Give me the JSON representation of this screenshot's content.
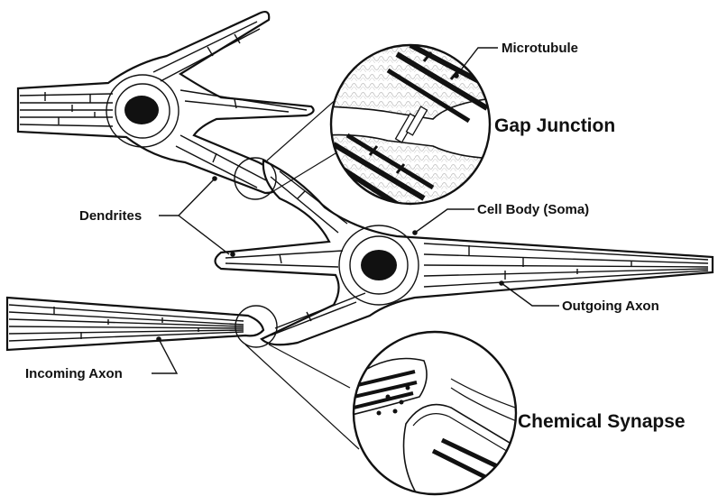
{
  "labels": {
    "microtubule": "Microtubule",
    "gap_junction": "Gap Junction",
    "dendrites": "Dendrites",
    "cell_body": "Cell Body (Soma)",
    "outgoing_axon": "Outgoing Axon",
    "incoming_axon": "Incoming Axon",
    "chemical_synapse": "Chemical Synapse"
  },
  "colors": {
    "ink": "#111111",
    "background": "#ffffff",
    "cytoplasm_texture": "#d9d9d9"
  }
}
